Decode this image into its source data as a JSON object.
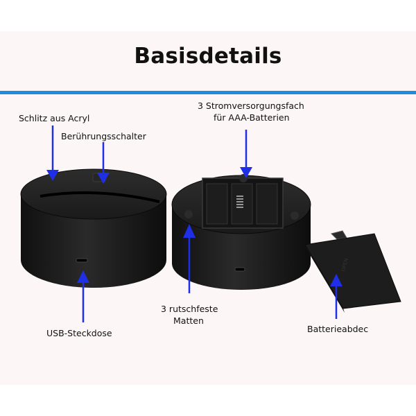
{
  "title": "Basisdetails",
  "labels": {
    "acrylic_slot": "Schlitz aus Acryl",
    "touch_switch": "Berührungsschalter",
    "battery_compartment_line1": "3 Stromversorgungsfach",
    "battery_compartment_line2": "für AAA-Batterien",
    "usb_socket": "USB-Steckdose",
    "non_slip_mats_line1": "3 rutschfeste",
    "non_slip_mats_line2": "Matten",
    "battery_cover": "Batterieabdec"
  },
  "colors": {
    "accent_rule": "#1e8de0",
    "arrow": "#1f2fe6",
    "device": "#1b1b1b",
    "background": "#fdf6f6"
  },
  "icons": [
    "arrow-down-icon",
    "arrow-up-icon",
    "usb-port-icon",
    "battery-spring-icon"
  ]
}
